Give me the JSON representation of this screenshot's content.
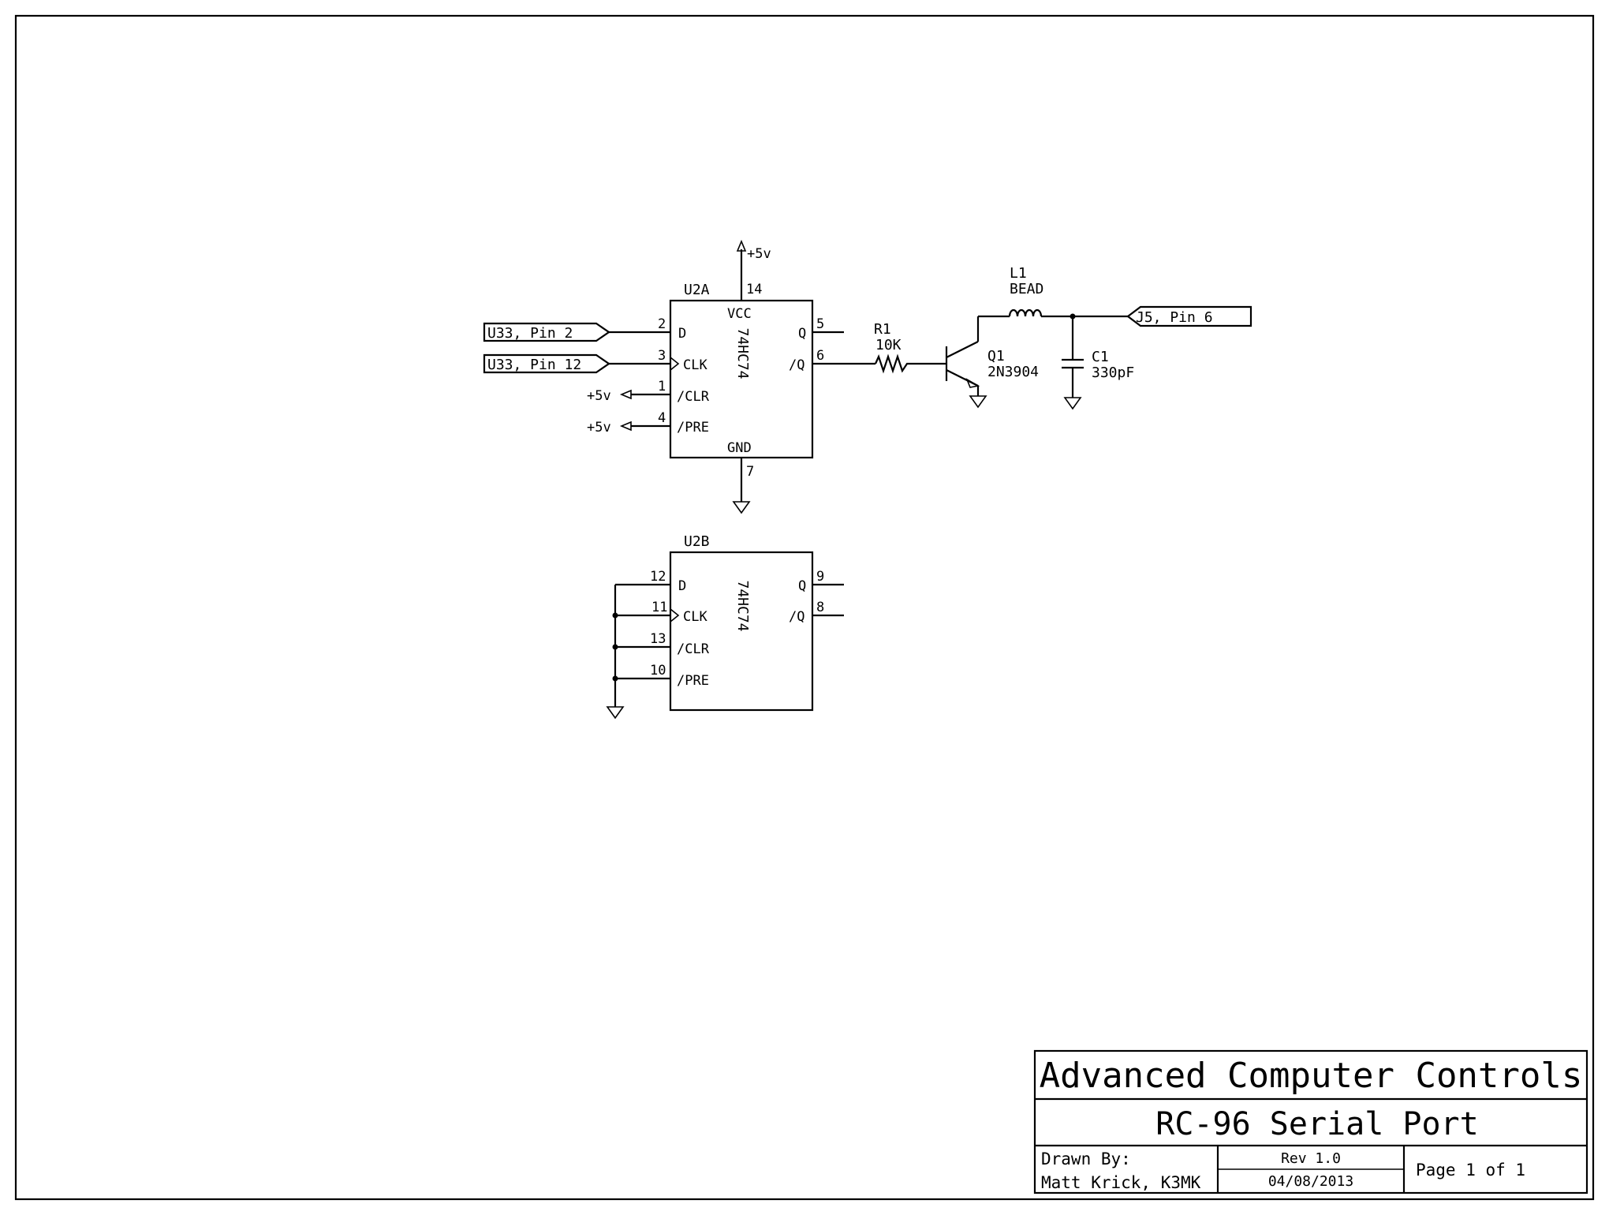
{
  "u2a": {
    "ref": "U2A",
    "part": "74HC74",
    "vcc_label": "VCC",
    "gnd_label": "GND",
    "pin_vcc": "14",
    "pin_gnd": "7",
    "pins": [
      {
        "num": "2",
        "name": "D"
      },
      {
        "num": "3",
        "name": "CLK"
      },
      {
        "num": "1",
        "name": "/CLR"
      },
      {
        "num": "4",
        "name": "/PRE"
      },
      {
        "num": "5",
        "name": "Q"
      },
      {
        "num": "6",
        "name": "/Q"
      }
    ]
  },
  "u2b": {
    "ref": "U2B",
    "part": "74HC74",
    "pins": [
      {
        "num": "12",
        "name": "D"
      },
      {
        "num": "11",
        "name": "CLK"
      },
      {
        "num": "13",
        "name": "/CLR"
      },
      {
        "num": "10",
        "name": "/PRE"
      },
      {
        "num": "9",
        "name": "Q"
      },
      {
        "num": "8",
        "name": "/Q"
      }
    ]
  },
  "ports": {
    "in1": "U33, Pin 2",
    "in2": "U33, Pin 12",
    "out": "J5, Pin 6"
  },
  "power": {
    "vcc_top": "+5v",
    "clr": "+5v",
    "pre": "+5v"
  },
  "r1": {
    "ref": "R1",
    "value": "10K"
  },
  "q1": {
    "ref": "Q1",
    "value": "2N3904"
  },
  "l1": {
    "ref": "L1",
    "value": "BEAD"
  },
  "c1": {
    "ref": "C1",
    "value": "330pF"
  },
  "title_block": {
    "company": "Advanced Computer Controls",
    "title": "RC-96 Serial Port",
    "drawn_by_label": "Drawn By:",
    "drawn_by": "Matt Krick, K3MK",
    "rev": "Rev 1.0",
    "date": "04/08/2013",
    "page": "Page 1 of 1"
  }
}
